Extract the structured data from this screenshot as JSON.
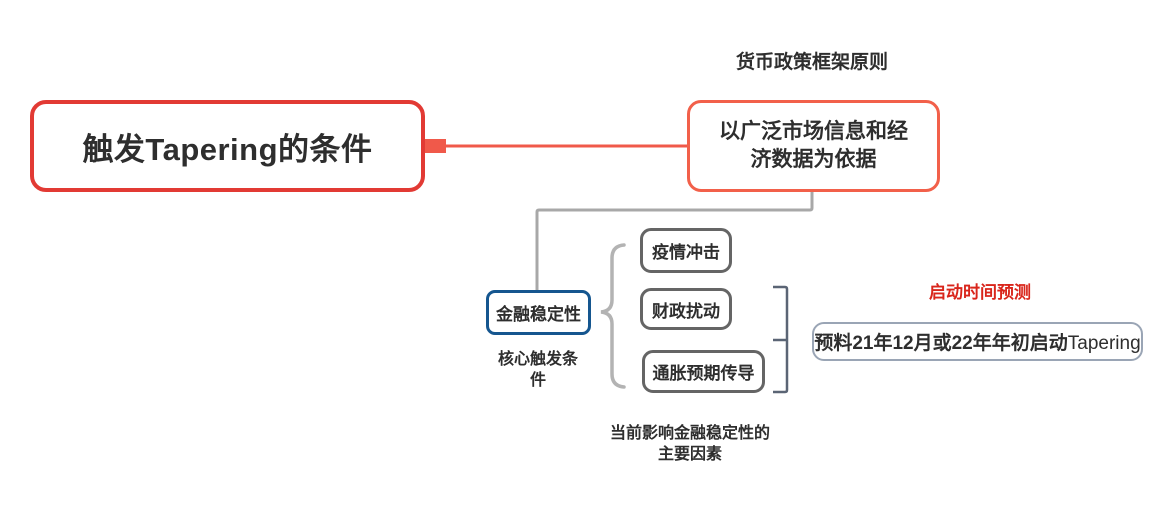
{
  "diagram": {
    "type": "mindmap",
    "background": "#ffffff"
  },
  "colors": {
    "root_border": "#e23a34",
    "connector_red": "#f0594a",
    "framework_border": "#f2604a",
    "connector_gray": "#a8a8a8",
    "stability_border": "#15568f",
    "factor_border": "#656565",
    "brace_gray": "#b3b3b3",
    "bracket_slate": "#5b6575",
    "prediction_border": "#9aa5b5",
    "prediction_label_red": "#d9261c",
    "text_dark": "#2e2e2e"
  },
  "nodes": {
    "root": {
      "label": "触发Tapering的条件"
    },
    "framework_label": "货币政策框架原则",
    "framework": {
      "label": "以广泛市场信息和经济数据为依据"
    },
    "stability": {
      "label": "金融稳定性"
    },
    "stability_caption": "核心触发条件",
    "factors": [
      {
        "label": "疫情冲击"
      },
      {
        "label": "财政扰动"
      },
      {
        "label": "通胀预期传导"
      }
    ],
    "factors_caption": "当前影响金融稳定性的主要因素",
    "prediction_label": "启动时间预测",
    "prediction": {
      "label_cn": "预料21年12月或22年年初启动",
      "label_en": "Tapering"
    }
  }
}
